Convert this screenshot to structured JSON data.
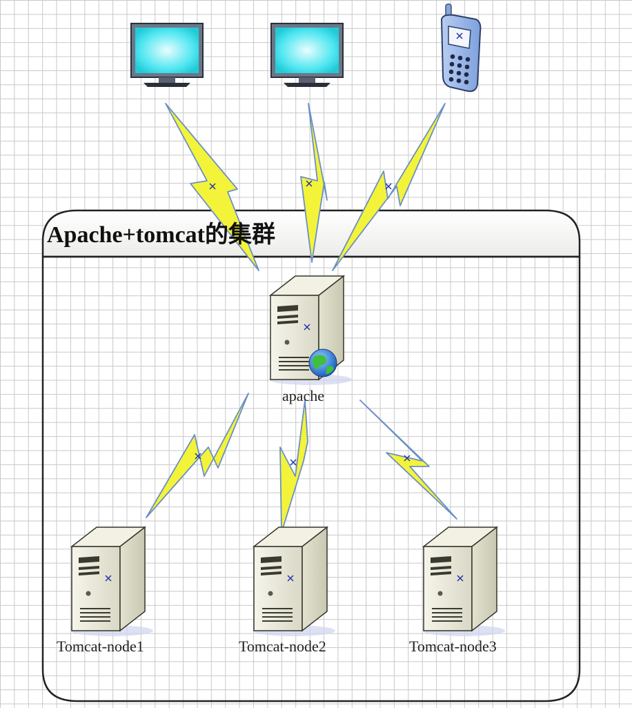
{
  "cluster": {
    "title": "Apache+tomcat的集群"
  },
  "nodes": {
    "apache_label": "apache",
    "tomcat1_label": "Tomcat-node1",
    "tomcat2_label": "Tomcat-node2",
    "tomcat3_label": "Tomcat-node3"
  },
  "colors": {
    "monitor_screen": "#33e0ea",
    "lightning": "#f3f33a",
    "link_line": "#5b83c4",
    "server_body": "#e9e8d8",
    "grid": "#c8c8c8"
  }
}
